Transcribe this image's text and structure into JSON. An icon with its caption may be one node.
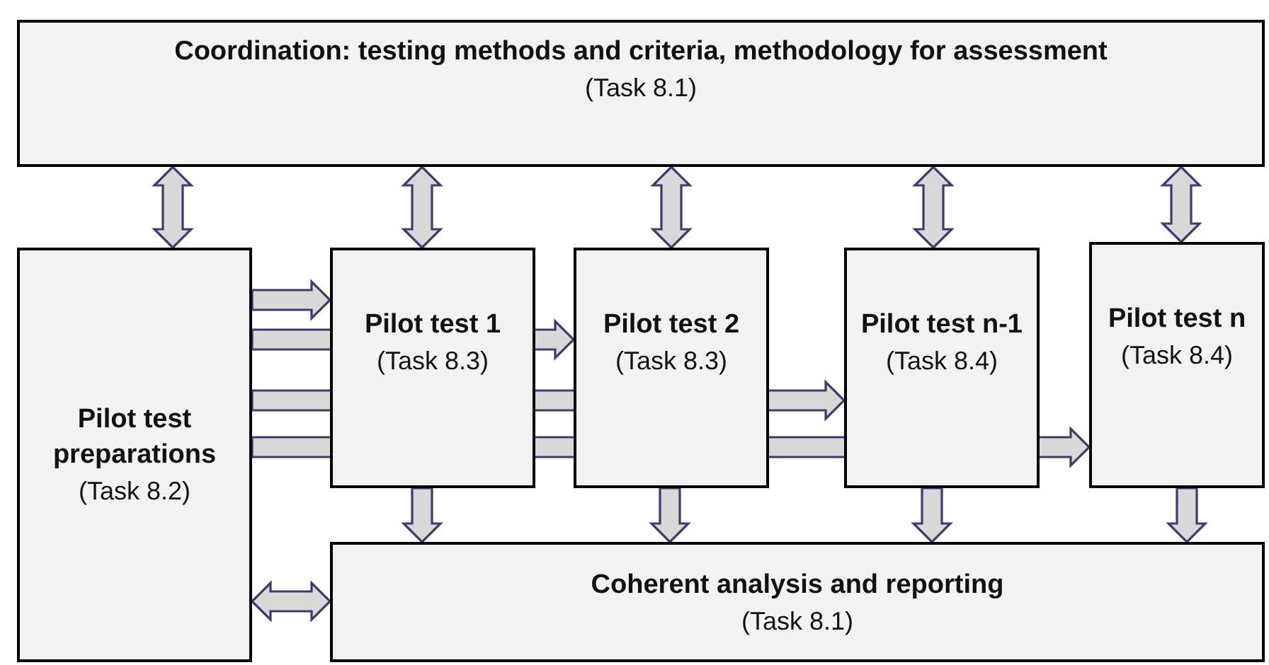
{
  "diagram": {
    "nodes": [
      {
        "text": [
          "Coordination: testing methods and criteria, methodology for assessment",
          "(Task 8.1)"
        ]
      },
      {
        "text": [
          "Pilot test preparations",
          "(Task 8.2)"
        ]
      },
      {
        "text": [
          "Pilot test 1",
          "(Task 8.3)"
        ]
      },
      {
        "text": [
          "Pilot test 2",
          "(Task 8.3)"
        ]
      },
      {
        "text": [
          "Pilot test n-1",
          "(Task 8.4)"
        ]
      },
      {
        "text": [
          "Pilot test n",
          "(Task 8.4)"
        ]
      },
      {
        "text": [
          "Coherent analysis and reporting",
          "(Task 8.1)"
        ]
      }
    ],
    "edges": [
      {
        "from": 0,
        "to": 1,
        "arrow": "both"
      },
      {
        "from": 0,
        "to": 2,
        "arrow": "both"
      },
      {
        "from": 0,
        "to": 3,
        "arrow": "both"
      },
      {
        "from": 0,
        "to": 4,
        "arrow": "both"
      },
      {
        "from": 0,
        "to": 5,
        "arrow": "both"
      },
      {
        "from": 1,
        "to": 2,
        "arrow": "to"
      },
      {
        "from": 1,
        "to": 3,
        "arrow": "to"
      },
      {
        "from": 1,
        "to": 4,
        "arrow": "to"
      },
      {
        "from": 1,
        "to": 5,
        "arrow": "to"
      },
      {
        "from": 2,
        "to": 6,
        "arrow": "to"
      },
      {
        "from": 3,
        "to": 6,
        "arrow": "to"
      },
      {
        "from": 4,
        "to": 6,
        "arrow": "to"
      },
      {
        "from": 5,
        "to": 6,
        "arrow": "to"
      },
      {
        "from": 1,
        "to": 6,
        "arrow": "both"
      }
    ]
  }
}
